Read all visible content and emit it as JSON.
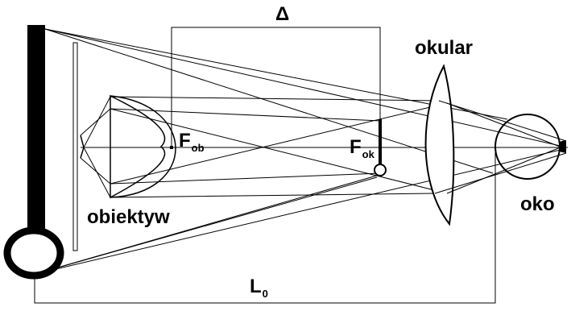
{
  "labels": {
    "delta": "Δ",
    "okular": "okular",
    "obiektyw": "obiektyw",
    "oko": "oko",
    "f_ob_main": "F",
    "f_ob_sub": "ob",
    "f_ok_main": "F",
    "f_ok_sub": "ok",
    "l0_main": "L",
    "l0_sub": "0"
  },
  "colors": {
    "ink": "#000000",
    "background": "#ffffff"
  }
}
